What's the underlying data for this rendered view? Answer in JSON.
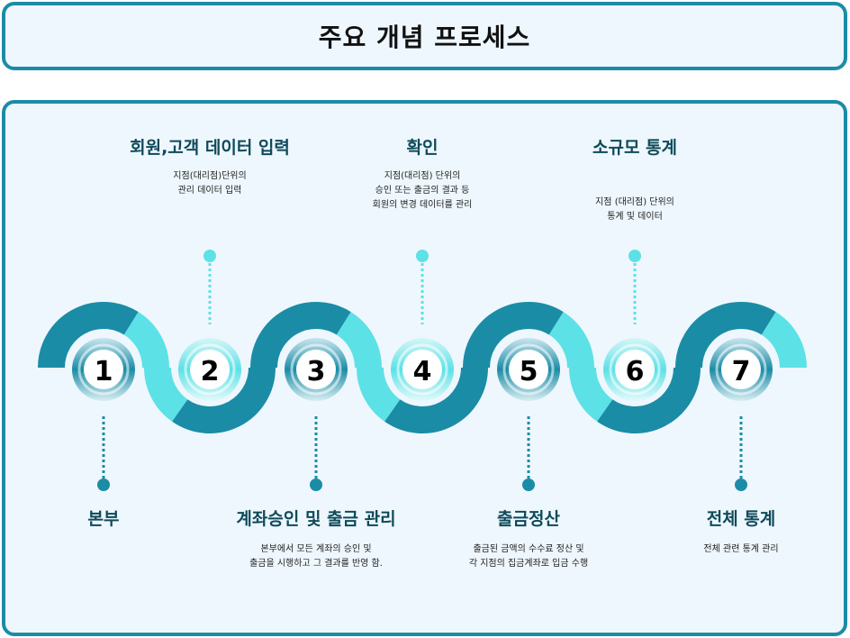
{
  "header": {
    "title": "주요 개념 프로세스"
  },
  "colors": {
    "dark": "#1b8ca6",
    "light": "#5ce1e6",
    "border": "#1b8ca6"
  },
  "steps": [
    {
      "number": "1",
      "title": "본부",
      "desc": "",
      "position": "bottom"
    },
    {
      "number": "2",
      "title": "회원,고객 데이터 입력",
      "desc": "지점(대리점)단위의\n관리 데이터 입력",
      "position": "top"
    },
    {
      "number": "3",
      "title": "계좌승인 및 출금 관리",
      "desc": "본부에서 모든 계좌의 승인 및\n출금을 시행하고 그 결과를 반영 함.",
      "position": "bottom"
    },
    {
      "number": "4",
      "title": "확인",
      "desc": "지점(대리점) 단위의\n승인 또는 출금의 결과 등\n회원의 변경 데이터를 관리",
      "position": "top"
    },
    {
      "number": "5",
      "title": "출금정산",
      "desc": "출금된 금액의 수수료 정산 및\n각 지점의 집금계좌로 입금 수행",
      "position": "bottom"
    },
    {
      "number": "6",
      "title": "소규모 통계",
      "desc": "지점 (대리점) 단위의\n통계 및 데이터",
      "position": "top"
    },
    {
      "number": "7",
      "title": "전체 통계",
      "desc": "전체 관련 통계 관리",
      "position": "bottom"
    }
  ]
}
